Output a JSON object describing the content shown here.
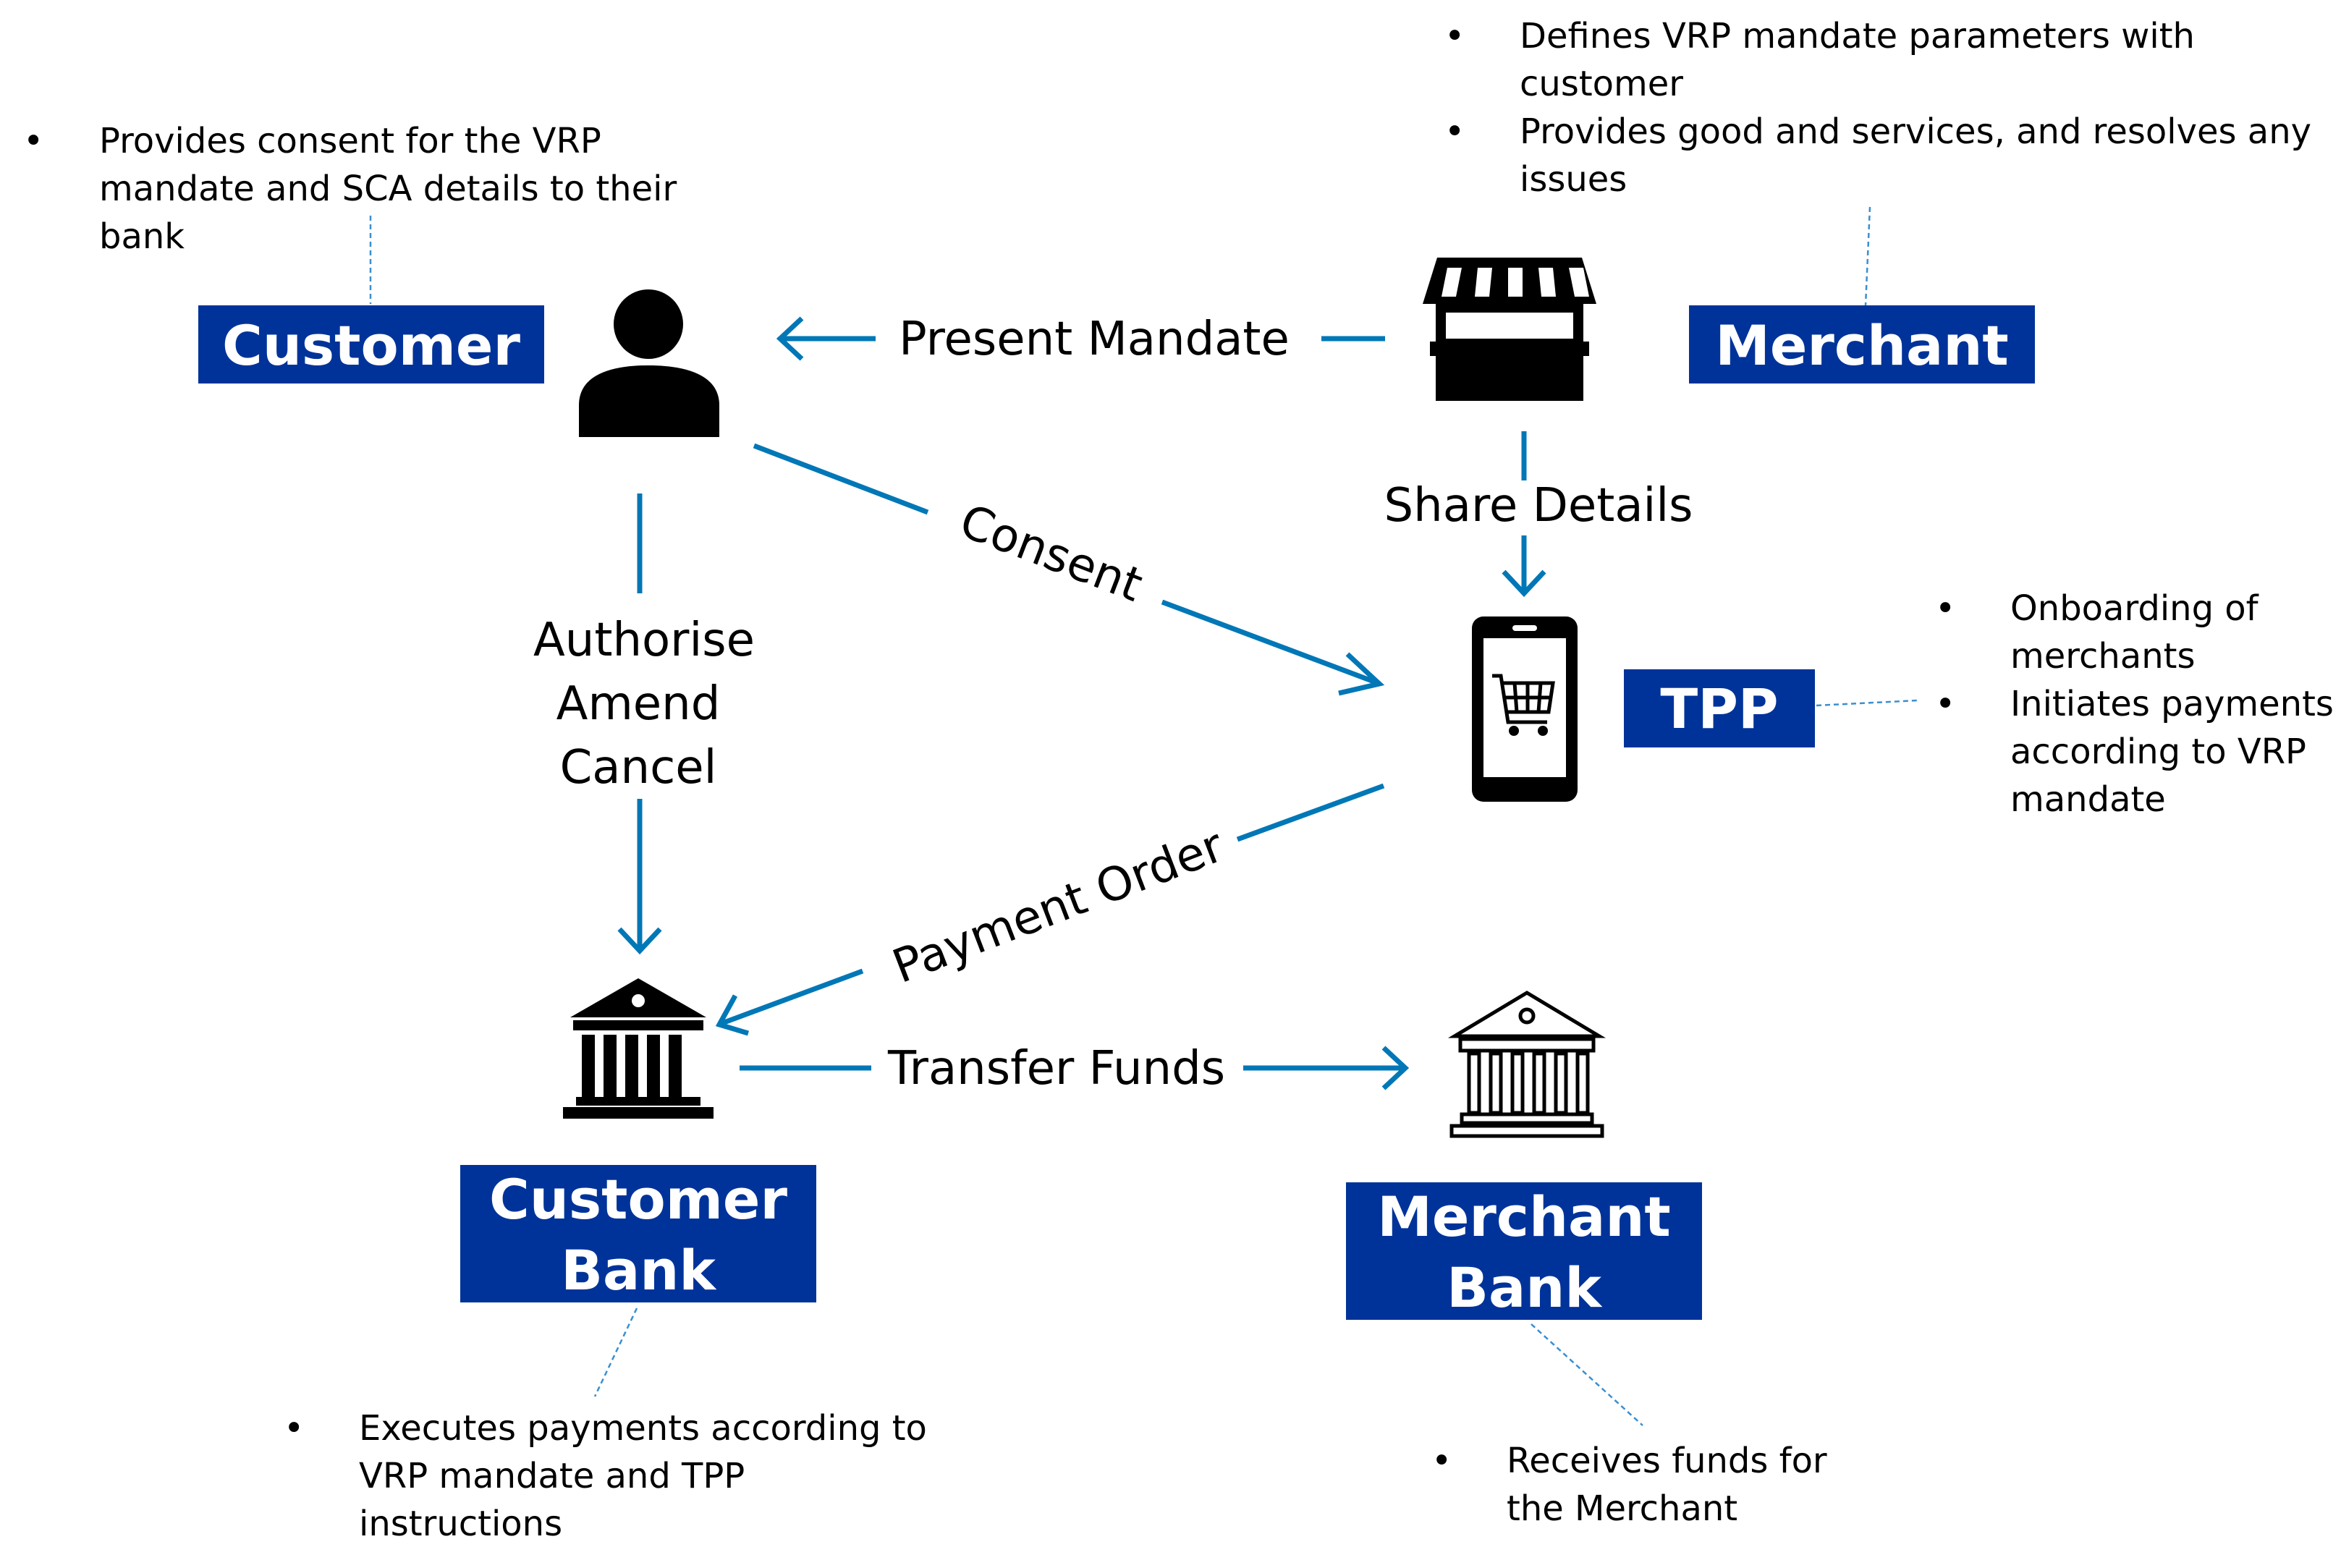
{
  "roles": {
    "customer": "Customer",
    "merchant": "Merchant",
    "tpp": "TPP",
    "customer_bank": [
      "Customer",
      "Bank"
    ],
    "merchant_bank": [
      "Merchant",
      "Bank"
    ]
  },
  "flows": {
    "present_mandate": "Present Mandate",
    "share_details": "Share Details",
    "consent": "Consent",
    "authorise_amend_cancel": [
      "Authorise",
      "Amend",
      "Cancel"
    ],
    "payment_order": "Payment Order",
    "transfer_funds": "Transfer Funds"
  },
  "notes": {
    "customer": [
      [
        "Provides consent for the VRP",
        "mandate and SCA details to their",
        "bank"
      ]
    ],
    "merchant": [
      [
        "Defines VRP mandate parameters with",
        "customer"
      ],
      [
        "Provides good and services, and resolves any",
        "issues"
      ]
    ],
    "tpp": [
      [
        "Onboarding of",
        "merchants"
      ],
      [
        "Initiates payments",
        "according to VRP",
        "mandate"
      ]
    ],
    "customer_bank": [
      [
        "Executes payments according to",
        "VRP mandate and TPP",
        "instructions"
      ]
    ],
    "merchant_bank": [
      [
        "Receives funds for",
        "the Merchant"
      ]
    ]
  },
  "bullet_symbol": "•",
  "icons": [
    "person-icon",
    "storefront-icon",
    "smartphone-cart-icon",
    "bank-filled-icon",
    "bank-outline-icon"
  ],
  "colors": {
    "role_box": "#003399",
    "arrow": "#0077b6",
    "leader": "#3a8fd0"
  }
}
